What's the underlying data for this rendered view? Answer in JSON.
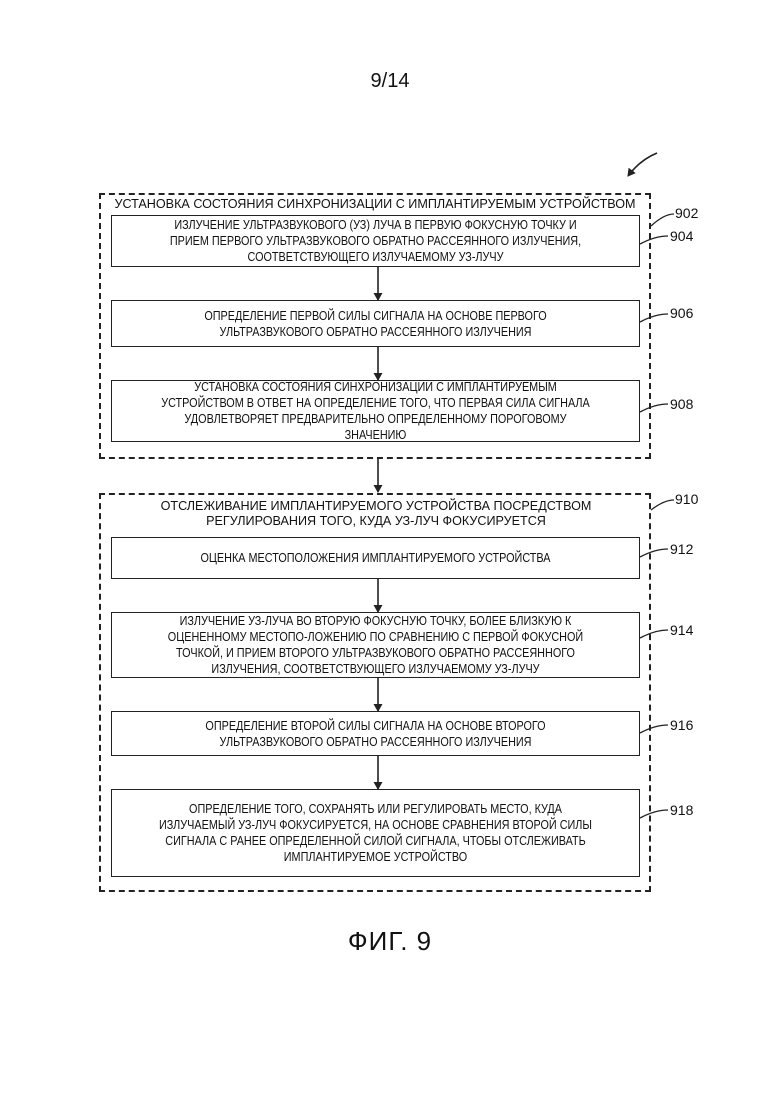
{
  "page_number": "9/14",
  "figure_label": "ФИГ. 9",
  "groups": [
    {
      "ref": "902",
      "title": "УСТАНОВКА СОСТОЯНИЯ СИНХРОНИЗАЦИИ С ИМПЛАНТИРУЕМЫМ УСТРОЙСТВОМ",
      "steps": [
        {
          "ref": "904",
          "text": "ИЗЛУЧЕНИЕ УЛЬТРАЗВУКОВОГО (УЗ) ЛУЧА В ПЕРВУЮ ФОКУСНУЮ ТОЧКУ И ПРИЕМ ПЕРВОГО УЛЬТРАЗВУКОВОГО ОБРАТНО РАССЕЯННОГО ИЗЛУЧЕНИЯ, СООТВЕТСТВУЮЩЕГО ИЗЛУЧАЕМОМУ УЗ-ЛУЧУ"
        },
        {
          "ref": "906",
          "text": "ОПРЕДЕЛЕНИЕ ПЕРВОЙ СИЛЫ СИГНАЛА НА ОСНОВЕ ПЕРВОГО УЛЬТРАЗВУКОВОГО ОБРАТНО РАССЕЯННОГО ИЗЛУЧЕНИЯ"
        },
        {
          "ref": "908",
          "text": "УСТАНОВКА СОСТОЯНИЯ СИНХРОНИЗАЦИИ С ИМПЛАНТИРУЕМЫМ УСТРОЙСТВОМ В ОТВЕТ НА ОПРЕДЕЛЕНИЕ ТОГО, ЧТО ПЕРВАЯ СИЛА СИГНАЛА УДОВЛЕТВОРЯЕТ ПРЕДВАРИТЕЛЬНО ОПРЕДЕЛЕННОМУ ПОРОГОВОМУ ЗНАЧЕНИЮ"
        }
      ]
    },
    {
      "ref": "910",
      "title": "ОТСЛЕЖИВАНИЕ ИМПЛАНТИРУЕМОГО УСТРОЙСТВА ПОСРЕДСТВОМ РЕГУЛИРОВАНИЯ ТОГО, КУДА УЗ-ЛУЧ ФОКУСИРУЕТСЯ",
      "steps": [
        {
          "ref": "912",
          "text": "ОЦЕНКА МЕСТОПОЛОЖЕНИЯ ИМПЛАНТИРУЕМОГО УСТРОЙСТВА"
        },
        {
          "ref": "914",
          "text": "ИЗЛУЧЕНИЕ УЗ-ЛУЧА ВО ВТОРУЮ ФОКУСНУЮ ТОЧКУ, БОЛЕЕ БЛИЗКУЮ К ОЦЕНЕННОМУ МЕСТОПО-ЛОЖЕНИЮ ПО СРАВНЕНИЮ С ПЕРВОЙ ФОКУСНОЙ ТОЧКОЙ, И ПРИЕМ ВТОРОГО УЛЬТРАЗВУКОВОГО ОБРАТНО РАССЕЯННОГО ИЗЛУЧЕНИЯ, СООТВЕТСТВУЮЩЕГО ИЗЛУЧАЕМОМУ УЗ-ЛУЧУ"
        },
        {
          "ref": "916",
          "text": "ОПРЕДЕЛЕНИЕ ВТОРОЙ СИЛЫ СИГНАЛА НА ОСНОВЕ ВТОРОГО УЛЬТРАЗВУКОВОГО ОБРАТНО РАССЕЯННОГО ИЗЛУЧЕНИЯ"
        },
        {
          "ref": "918",
          "text": "ОПРЕДЕЛЕНИЕ ТОГО, СОХРАНЯТЬ ИЛИ РЕГУЛИРОВАТЬ МЕСТО, КУДА ИЗЛУЧАЕМЫЙ УЗ-ЛУЧ ФОКУСИРУЕТСЯ, НА ОСНОВЕ СРАВНЕНИЯ ВТОРОЙ СИЛЫ СИГНАЛА С РАНЕЕ ОПРЕДЕЛЕННОЙ СИЛОЙ СИГНАЛА, ЧТОБЫ ОТСЛЕЖИВАТЬ ИМПЛАНТИРУЕМОЕ УСТРОЙСТВО"
        }
      ]
    }
  ]
}
